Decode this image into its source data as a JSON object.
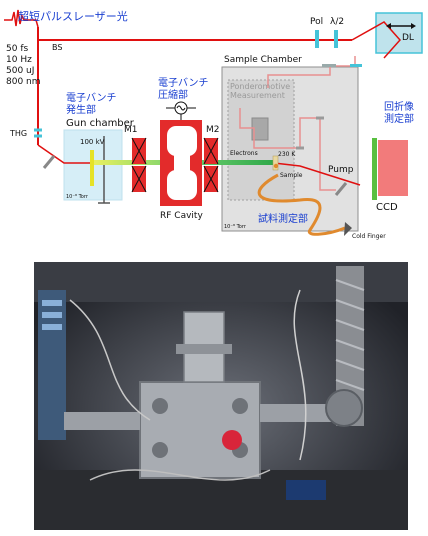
{
  "laser": {
    "title": "超短パルスレーザー光",
    "specs": [
      "50 fs",
      "10 Hz",
      "500 uJ",
      "800 nm"
    ]
  },
  "optics": {
    "bs": "BS",
    "thg": "THG",
    "pol": "Pol",
    "half_wave": "λ/2",
    "dl": "DL",
    "m1": "M1",
    "m2": "M2"
  },
  "gun": {
    "jp_line1": "電子バンチ",
    "jp_line2": "発生部",
    "name": "Gun chamber",
    "voltage": "100 kV",
    "pressure": "10⁻⁸ Torr"
  },
  "compressor": {
    "jp_line1": "電子バンチ",
    "jp_line2": "圧縮部",
    "name": "RF Cavity"
  },
  "sample_chamber": {
    "title": "Sample Chamber",
    "ponder_line1": "Ponderomotive",
    "ponder_line2": "Measurement",
    "electrons": "Electrons",
    "temperature": "230 K",
    "sample": "Sample",
    "pump": "Pump",
    "jp_label": "試料測定部",
    "pressure": "10⁻⁸ Torr",
    "cold_finger": "Cold Finger"
  },
  "detector": {
    "jp_line1": "回折像",
    "jp_line2": "測定部",
    "name": "CCD"
  },
  "photo": {
    "alt": "Photograph of the ultrafast electron diffraction apparatus"
  },
  "colors": {
    "laser_red": "#e01010",
    "pump_red": "#e89090",
    "electron_green": "#3cb83c",
    "chamber_blue": "#d6eef7",
    "rf_red": "#e32b2b",
    "label_blue": "#1a3fd0",
    "cold_finger_orange": "#e08a2e",
    "ccd_block": "#f27b7b",
    "ccd_screen": "#58c040"
  }
}
